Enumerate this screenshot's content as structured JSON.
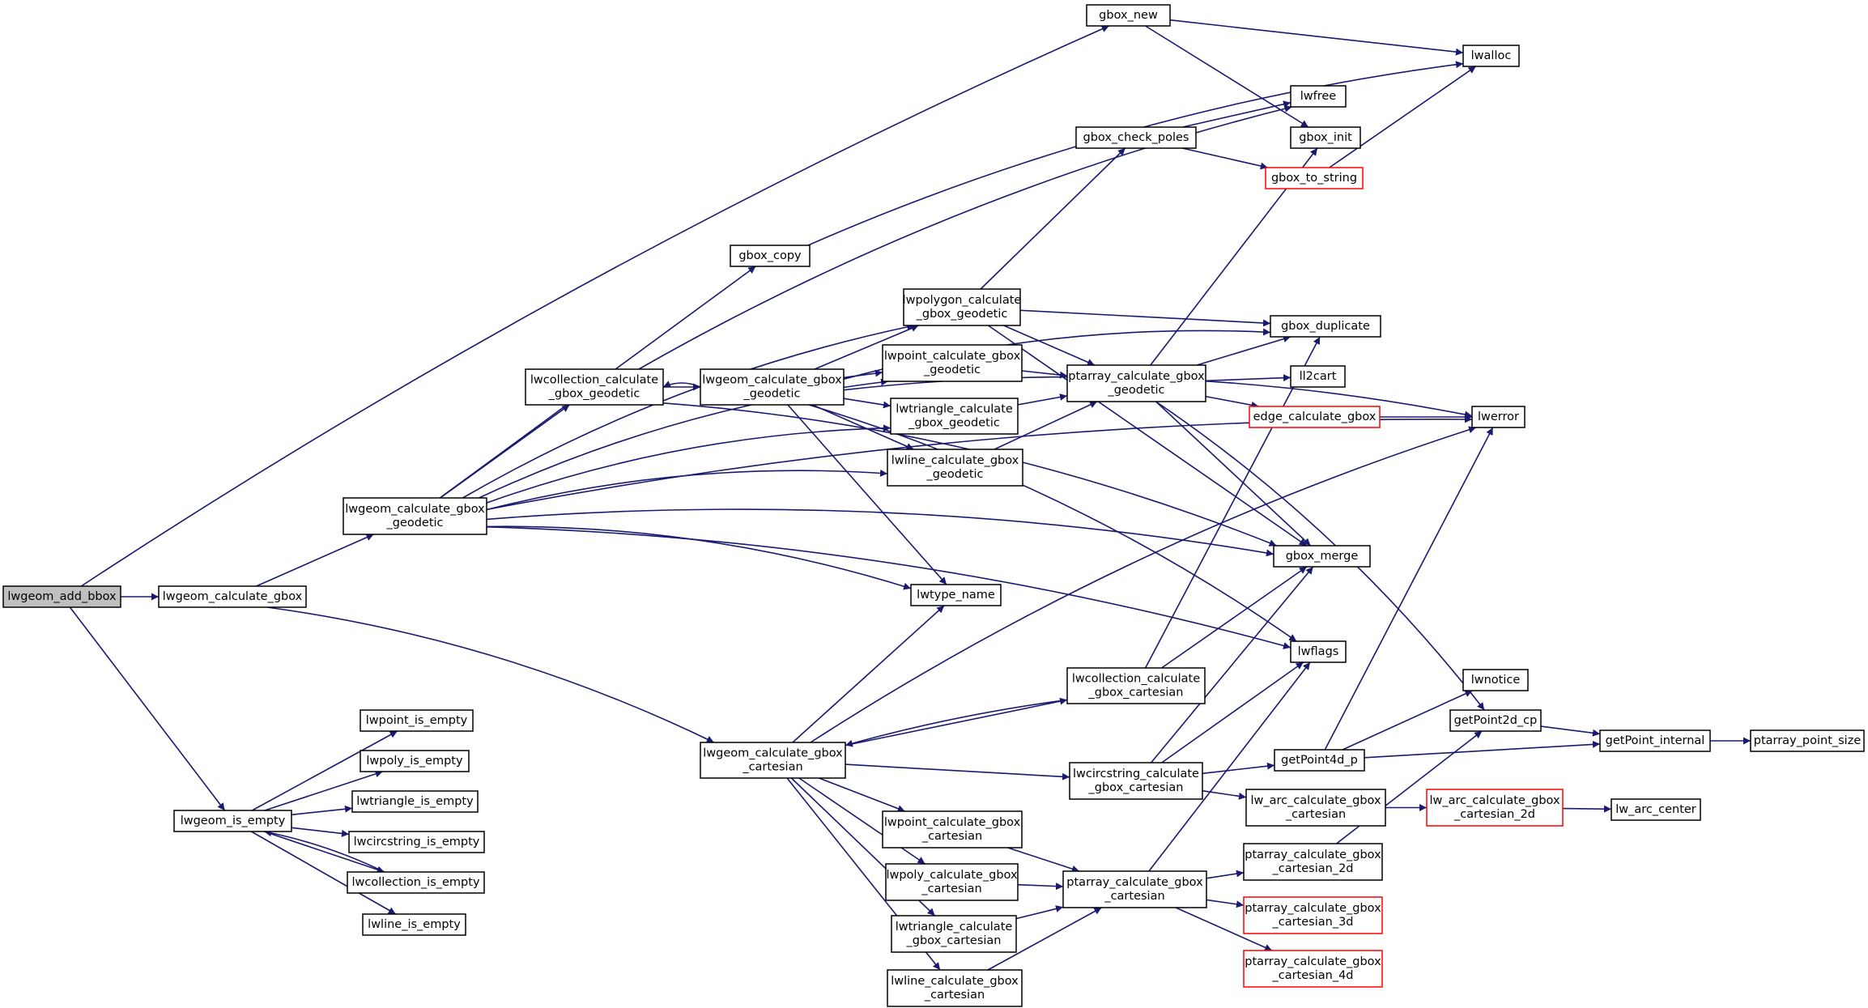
{
  "graph": {
    "colors": {
      "edge": "#191970",
      "root_fill": "#bfbfbf",
      "box_border": "#000000",
      "truncated_border": "#ff0000"
    },
    "nodes": [
      {
        "id": "lwgeom_add_bbox",
        "lines": [
          "lwgeom_add_bbox"
        ],
        "root": true
      },
      {
        "id": "lwgeom_calculate_gbox",
        "lines": [
          "lwgeom_calculate_gbox"
        ]
      },
      {
        "id": "lwgeom_is_empty",
        "lines": [
          "lwgeom_is_empty"
        ]
      },
      {
        "id": "gbox_new",
        "lines": [
          "gbox_new"
        ]
      },
      {
        "id": "lwalloc",
        "lines": [
          "lwalloc"
        ]
      },
      {
        "id": "lwfree",
        "lines": [
          "lwfree"
        ]
      },
      {
        "id": "gbox_init",
        "lines": [
          "gbox_init"
        ]
      },
      {
        "id": "gbox_check_poles",
        "lines": [
          "gbox_check_poles"
        ]
      },
      {
        "id": "gbox_to_string",
        "lines": [
          "gbox_to_string"
        ],
        "truncated": true
      },
      {
        "id": "gbox_copy",
        "lines": [
          "gbox_copy"
        ]
      },
      {
        "id": "lwpolygon_calculate_gbox_geodetic",
        "lines": [
          "lwpolygon_calculate",
          "_gbox_geodetic"
        ]
      },
      {
        "id": "gbox_duplicate",
        "lines": [
          "gbox_duplicate"
        ]
      },
      {
        "id": "lwcollection_calculate_gbox_geodetic",
        "lines": [
          "lwcollection_calculate",
          "_gbox_geodetic"
        ]
      },
      {
        "id": "lwgeom_calculate_gbox_geodetic_inner",
        "lines": [
          "lwgeom_calculate_gbox",
          "_geodetic"
        ]
      },
      {
        "id": "lwpoint_calculate_gbox_geodetic",
        "lines": [
          "lwpoint_calculate_gbox",
          "_geodetic"
        ]
      },
      {
        "id": "ptarray_calculate_gbox_geodetic",
        "lines": [
          "ptarray_calculate_gbox",
          "_geodetic"
        ]
      },
      {
        "id": "ll2cart",
        "lines": [
          "ll2cart"
        ]
      },
      {
        "id": "lwtriangle_calculate_gbox_geodetic",
        "lines": [
          "lwtriangle_calculate",
          "_gbox_geodetic"
        ]
      },
      {
        "id": "edge_calculate_gbox",
        "lines": [
          "edge_calculate_gbox"
        ],
        "truncated": true
      },
      {
        "id": "lwerror",
        "lines": [
          "lwerror"
        ]
      },
      {
        "id": "lwline_calculate_gbox_geodetic",
        "lines": [
          "lwline_calculate_gbox",
          "_geodetic"
        ]
      },
      {
        "id": "lwgeom_calculate_gbox_geodetic",
        "lines": [
          "lwgeom_calculate_gbox",
          "_geodetic"
        ]
      },
      {
        "id": "gbox_merge",
        "lines": [
          "gbox_merge"
        ]
      },
      {
        "id": "lwtype_name",
        "lines": [
          "lwtype_name"
        ]
      },
      {
        "id": "lwflags",
        "lines": [
          "lwflags"
        ]
      },
      {
        "id": "lwcollection_calculate_gbox_cartesian",
        "lines": [
          "lwcollection_calculate",
          "_gbox_cartesian"
        ]
      },
      {
        "id": "lwnotice",
        "lines": [
          "lwnotice"
        ]
      },
      {
        "id": "getPoint2d_cp",
        "lines": [
          "getPoint2d_cp"
        ]
      },
      {
        "id": "getPoint_internal",
        "lines": [
          "getPoint_internal"
        ]
      },
      {
        "id": "ptarray_point_size",
        "lines": [
          "ptarray_point_size"
        ]
      },
      {
        "id": "lwpoint_is_empty",
        "lines": [
          "lwpoint_is_empty"
        ]
      },
      {
        "id": "lwpoly_is_empty",
        "lines": [
          "lwpoly_is_empty"
        ]
      },
      {
        "id": "lwtriangle_is_empty",
        "lines": [
          "lwtriangle_is_empty"
        ]
      },
      {
        "id": "lwcircstring_is_empty",
        "lines": [
          "lwcircstring_is_empty"
        ]
      },
      {
        "id": "lwcollection_is_empty",
        "lines": [
          "lwcollection_is_empty"
        ]
      },
      {
        "id": "lwline_is_empty",
        "lines": [
          "lwline_is_empty"
        ]
      },
      {
        "id": "lwgeom_calculate_gbox_cartesian",
        "lines": [
          "lwgeom_calculate_gbox",
          "_cartesian"
        ]
      },
      {
        "id": "getPoint4d_p",
        "lines": [
          "getPoint4d_p"
        ]
      },
      {
        "id": "lwcircstring_calculate_gbox_cartesian",
        "lines": [
          "lwcircstring_calculate",
          "_gbox_cartesian"
        ]
      },
      {
        "id": "lw_arc_calculate_gbox_cartesian",
        "lines": [
          "lw_arc_calculate_gbox",
          "_cartesian"
        ]
      },
      {
        "id": "lw_arc_calculate_gbox_cartesian_2d",
        "lines": [
          "lw_arc_calculate_gbox",
          "_cartesian_2d"
        ],
        "truncated": true
      },
      {
        "id": "lw_arc_center",
        "lines": [
          "lw_arc_center"
        ]
      },
      {
        "id": "lwpoint_calculate_gbox_cartesian",
        "lines": [
          "lwpoint_calculate_gbox",
          "_cartesian"
        ]
      },
      {
        "id": "ptarray_calculate_gbox_cartesian_2d",
        "lines": [
          "ptarray_calculate_gbox",
          "_cartesian_2d"
        ]
      },
      {
        "id": "lwpoly_calculate_gbox_cartesian",
        "lines": [
          "lwpoly_calculate_gbox",
          "_cartesian"
        ]
      },
      {
        "id": "ptarray_calculate_gbox_cartesian",
        "lines": [
          "ptarray_calculate_gbox",
          "_cartesian"
        ]
      },
      {
        "id": "ptarray_calculate_gbox_cartesian_3d",
        "lines": [
          "ptarray_calculate_gbox",
          "_cartesian_3d"
        ],
        "truncated": true
      },
      {
        "id": "lwtriangle_calculate_gbox_cartesian",
        "lines": [
          "lwtriangle_calculate",
          "_gbox_cartesian"
        ]
      },
      {
        "id": "ptarray_calculate_gbox_cartesian_4d",
        "lines": [
          "ptarray_calculate_gbox",
          "_cartesian_4d"
        ],
        "truncated": true
      },
      {
        "id": "lwline_calculate_gbox_cartesian",
        "lines": [
          "lwline_calculate_gbox",
          "_cartesian"
        ]
      }
    ],
    "edges": [
      [
        "lwgeom_add_bbox",
        "lwgeom_calculate_gbox"
      ],
      [
        "lwgeom_add_bbox",
        "gbox_new"
      ],
      [
        "lwgeom_add_bbox",
        "lwgeom_is_empty"
      ],
      [
        "gbox_new",
        "lwalloc"
      ],
      [
        "gbox_new",
        "gbox_init"
      ],
      [
        "gbox_check_poles",
        "lwfree"
      ],
      [
        "gbox_check_poles",
        "gbox_to_string"
      ],
      [
        "gbox_to_string",
        "lwalloc"
      ],
      [
        "gbox_copy",
        "lwalloc"
      ],
      [
        "lwgeom_calculate_gbox",
        "lwgeom_calculate_gbox_geodetic"
      ],
      [
        "lwgeom_calculate_gbox",
        "lwgeom_calculate_gbox_cartesian"
      ],
      [
        "lwgeom_calculate_gbox_geodetic",
        "gbox_copy"
      ],
      [
        "lwgeom_calculate_gbox_geodetic",
        "lwcollection_calculate_gbox_geodetic"
      ],
      [
        "lwgeom_calculate_gbox_geodetic",
        "lwpolygon_calculate_gbox_geodetic"
      ],
      [
        "lwgeom_calculate_gbox_geodetic",
        "lwpoint_calculate_gbox_geodetic"
      ],
      [
        "lwgeom_calculate_gbox_geodetic",
        "lwtriangle_calculate_gbox_geodetic"
      ],
      [
        "lwgeom_calculate_gbox_geodetic",
        "lwline_calculate_gbox_geodetic"
      ],
      [
        "lwgeom_calculate_gbox_geodetic",
        "lwerror"
      ],
      [
        "lwgeom_calculate_gbox_geodetic",
        "lwtype_name"
      ],
      [
        "lwgeom_calculate_gbox_geodetic",
        "lwflags"
      ],
      [
        "lwgeom_calculate_gbox_geodetic",
        "gbox_merge"
      ],
      [
        "lwcollection_calculate_gbox_geodetic",
        "lwfree"
      ],
      [
        "lwcollection_calculate_gbox_geodetic",
        "lwgeom_calculate_gbox_geodetic_inner"
      ],
      [
        "lwcollection_calculate_gbox_geodetic",
        "gbox_merge"
      ],
      [
        "lwgeom_calculate_gbox_geodetic_inner",
        "lwcollection_calculate_gbox_geodetic"
      ],
      [
        "lwgeom_calculate_gbox_geodetic_inner",
        "lwpolygon_calculate_gbox_geodetic"
      ],
      [
        "lwgeom_calculate_gbox_geodetic_inner",
        "lwpoint_calculate_gbox_geodetic"
      ],
      [
        "lwgeom_calculate_gbox_geodetic_inner",
        "lwtriangle_calculate_gbox_geodetic"
      ],
      [
        "lwgeom_calculate_gbox_geodetic_inner",
        "lwline_calculate_gbox_geodetic"
      ],
      [
        "lwgeom_calculate_gbox_geodetic_inner",
        "gbox_duplicate"
      ],
      [
        "lwgeom_calculate_gbox_geodetic_inner",
        "lwerror"
      ],
      [
        "lwgeom_calculate_gbox_geodetic_inner",
        "lwtype_name"
      ],
      [
        "lwgeom_calculate_gbox_geodetic_inner",
        "lwflags"
      ],
      [
        "lwpolygon_calculate_gbox_geodetic",
        "gbox_check_poles"
      ],
      [
        "lwpolygon_calculate_gbox_geodetic",
        "gbox_duplicate"
      ],
      [
        "lwpolygon_calculate_gbox_geodetic",
        "ptarray_calculate_gbox_geodetic"
      ],
      [
        "lwpolygon_calculate_gbox_geodetic",
        "gbox_merge"
      ],
      [
        "lwpoint_calculate_gbox_geodetic",
        "ptarray_calculate_gbox_geodetic"
      ],
      [
        "lwtriangle_calculate_gbox_geodetic",
        "ptarray_calculate_gbox_geodetic"
      ],
      [
        "lwline_calculate_gbox_geodetic",
        "ptarray_calculate_gbox_geodetic"
      ],
      [
        "ptarray_calculate_gbox_geodetic",
        "gbox_init"
      ],
      [
        "ptarray_calculate_gbox_geodetic",
        "gbox_duplicate"
      ],
      [
        "ptarray_calculate_gbox_geodetic",
        "ll2cart"
      ],
      [
        "ptarray_calculate_gbox_geodetic",
        "edge_calculate_gbox"
      ],
      [
        "ptarray_calculate_gbox_geodetic",
        "gbox_merge"
      ],
      [
        "ptarray_calculate_gbox_geodetic",
        "getPoint2d_cp"
      ],
      [
        "edge_calculate_gbox",
        "lwerror"
      ],
      [
        "lwgeom_is_empty",
        "lwpoint_is_empty"
      ],
      [
        "lwgeom_is_empty",
        "lwpoly_is_empty"
      ],
      [
        "lwgeom_is_empty",
        "lwtriangle_is_empty"
      ],
      [
        "lwgeom_is_empty",
        "lwcircstring_is_empty"
      ],
      [
        "lwgeom_is_empty",
        "lwcollection_is_empty"
      ],
      [
        "lwgeom_is_empty",
        "lwline_is_empty"
      ],
      [
        "lwcollection_is_empty",
        "lwgeom_is_empty"
      ],
      [
        "lwgeom_calculate_gbox_cartesian",
        "lwtype_name"
      ],
      [
        "lwgeom_calculate_gbox_cartesian",
        "lwcollection_calculate_gbox_cartesian"
      ],
      [
        "lwgeom_calculate_gbox_cartesian",
        "lwerror"
      ],
      [
        "lwgeom_calculate_gbox_cartesian",
        "lwcircstring_calculate_gbox_cartesian"
      ],
      [
        "lwgeom_calculate_gbox_cartesian",
        "lwpoint_calculate_gbox_cartesian"
      ],
      [
        "lwgeom_calculate_gbox_cartesian",
        "lwpoly_calculate_gbox_cartesian"
      ],
      [
        "lwgeom_calculate_gbox_cartesian",
        "lwtriangle_calculate_gbox_cartesian"
      ],
      [
        "lwgeom_calculate_gbox_cartesian",
        "lwline_calculate_gbox_cartesian"
      ],
      [
        "lwcollection_calculate_gbox_cartesian",
        "gbox_duplicate"
      ],
      [
        "lwcollection_calculate_gbox_cartesian",
        "gbox_merge"
      ],
      [
        "lwcollection_calculate_gbox_cartesian",
        "lwgeom_calculate_gbox_cartesian"
      ],
      [
        "lwcircstring_calculate_gbox_cartesian",
        "gbox_merge"
      ],
      [
        "lwcircstring_calculate_gbox_cartesian",
        "lwflags"
      ],
      [
        "lwcircstring_calculate_gbox_cartesian",
        "getPoint4d_p"
      ],
      [
        "lwcircstring_calculate_gbox_cartesian",
        "lw_arc_calculate_gbox_cartesian"
      ],
      [
        "getPoint4d_p",
        "lwnotice"
      ],
      [
        "getPoint4d_p",
        "lwerror"
      ],
      [
        "getPoint4d_p",
        "getPoint_internal"
      ],
      [
        "getPoint2d_cp",
        "getPoint_internal"
      ],
      [
        "getPoint_internal",
        "ptarray_point_size"
      ],
      [
        "lw_arc_calculate_gbox_cartesian",
        "lw_arc_calculate_gbox_cartesian_2d"
      ],
      [
        "lw_arc_calculate_gbox_cartesian_2d",
        "lw_arc_center"
      ],
      [
        "lwpoint_calculate_gbox_cartesian",
        "ptarray_calculate_gbox_cartesian"
      ],
      [
        "lwpoly_calculate_gbox_cartesian",
        "ptarray_calculate_gbox_cartesian"
      ],
      [
        "lwtriangle_calculate_gbox_cartesian",
        "ptarray_calculate_gbox_cartesian"
      ],
      [
        "lwline_calculate_gbox_cartesian",
        "ptarray_calculate_gbox_cartesian"
      ],
      [
        "ptarray_calculate_gbox_cartesian",
        "lwflags"
      ],
      [
        "ptarray_calculate_gbox_cartesian",
        "ptarray_calculate_gbox_cartesian_2d"
      ],
      [
        "ptarray_calculate_gbox_cartesian",
        "ptarray_calculate_gbox_cartesian_3d"
      ],
      [
        "ptarray_calculate_gbox_cartesian",
        "ptarray_calculate_gbox_cartesian_4d"
      ],
      [
        "ptarray_calculate_gbox_cartesian_2d",
        "getPoint2d_cp"
      ]
    ]
  }
}
